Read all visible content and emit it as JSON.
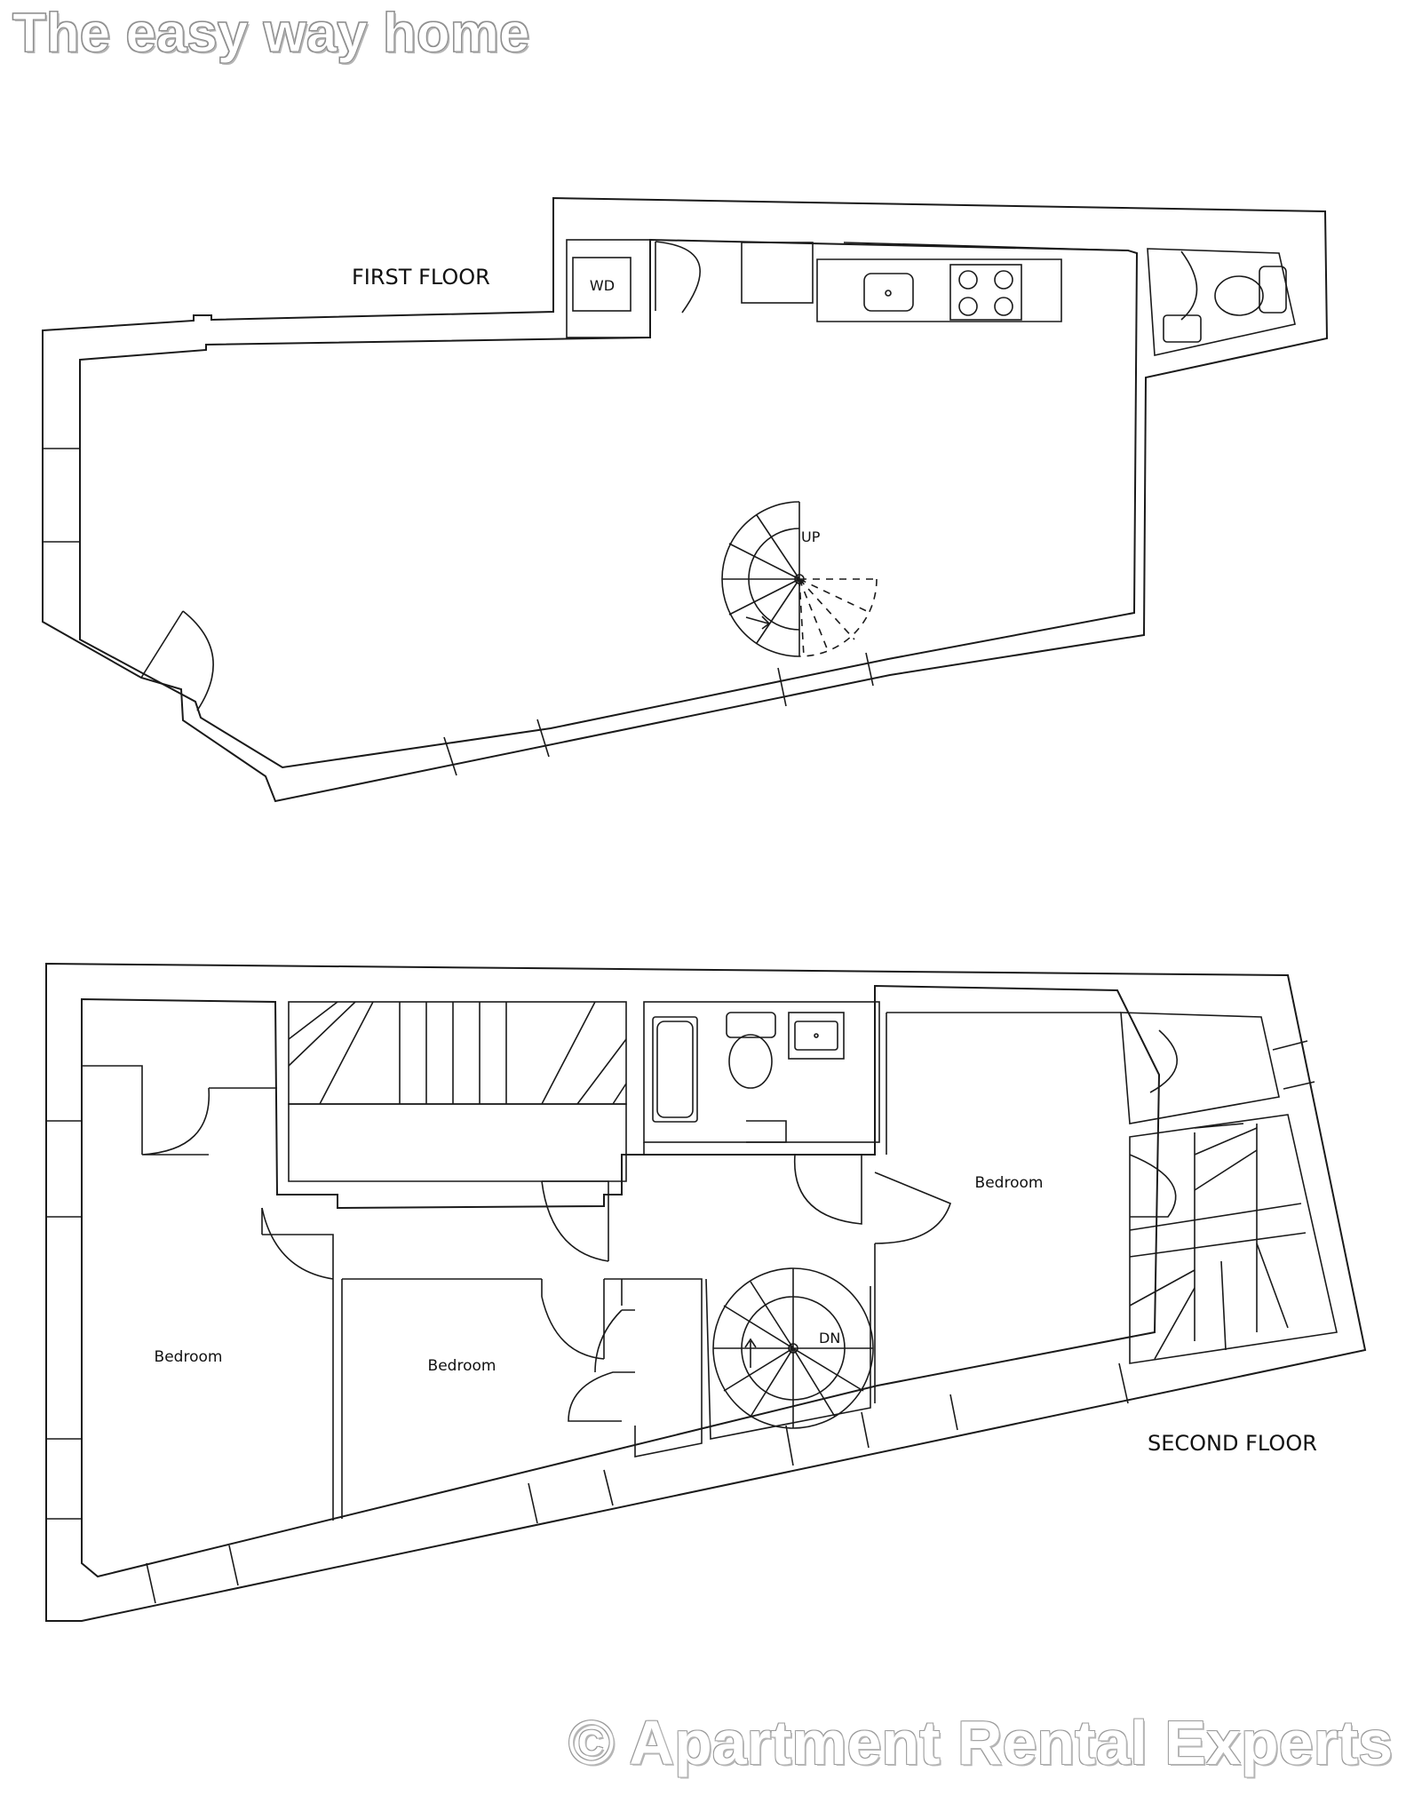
{
  "watermark": {
    "top": "The easy way home",
    "bottom": "© Apartment Rental Experts"
  },
  "first_floor": {
    "title": "FIRST FLOOR",
    "laundry_label": "WD",
    "stair_label": "UP"
  },
  "second_floor": {
    "title": "SECOND FLOOR",
    "stair_label": "DN",
    "rooms": [
      {
        "label": "Bedroom"
      },
      {
        "label": "Bedroom"
      },
      {
        "label": "Bedroom"
      }
    ]
  }
}
